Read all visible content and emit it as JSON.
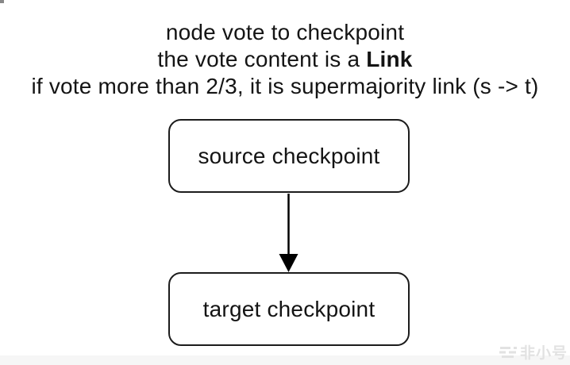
{
  "title": {
    "line1": "node vote to checkpoint",
    "line2_prefix": "the vote content is a ",
    "line2_bold": "Link",
    "line3": "if vote more than 2/3, it is supermajority link (s -> t)"
  },
  "diagram": {
    "type": "flowchart",
    "nodes": {
      "source": {
        "label": "source checkpoint"
      },
      "target": {
        "label": "target checkpoint"
      }
    },
    "edge": {
      "from": "source checkpoint",
      "to": "target checkpoint",
      "direction": "down",
      "style": "solid-line-filled-arrowhead"
    }
  },
  "watermark": {
    "icon": "feixiaohao-logo",
    "text": "非小号"
  },
  "colors": {
    "background": "#ffffff",
    "text": "#141414",
    "node_border": "#1c1c1c",
    "node_fill": "#ffffff",
    "arrow": "#000000",
    "watermark": "#e2e2e2",
    "bottom_band": "#f6f6f6"
  }
}
